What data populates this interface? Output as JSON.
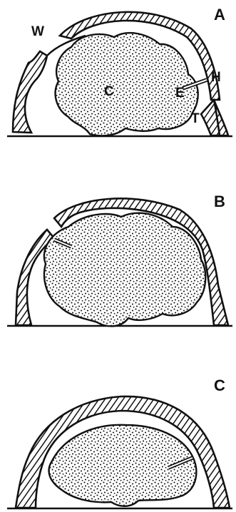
{
  "figure": {
    "panels": [
      {
        "id": "A",
        "label": "A",
        "parts": {
          "wall": "W",
          "content": "C",
          "hatch_line": "H",
          "entry": "E",
          "tissue": "T"
        }
      },
      {
        "id": "B",
        "label": "B",
        "parts": {}
      },
      {
        "id": "C",
        "label": "C",
        "parts": {}
      }
    ]
  },
  "colors": {
    "ink": "#111111",
    "background": "#ffffff"
  }
}
